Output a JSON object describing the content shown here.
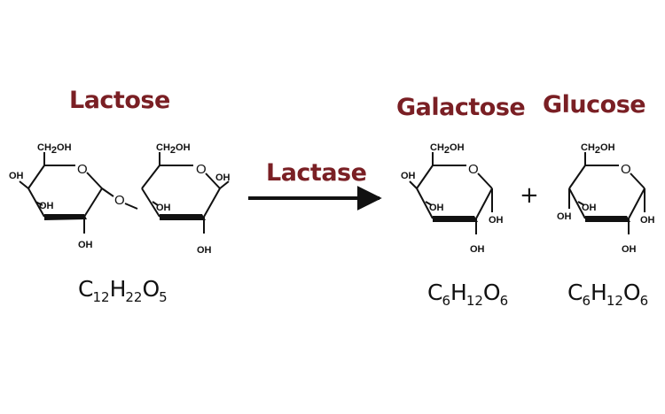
{
  "labels": {
    "lactose_title": "Lactose",
    "galactose_title": "Galactose",
    "glucose_title": "Glucose",
    "enzyme": "Lactase",
    "plus": "+"
  },
  "formulas": {
    "lactose": {
      "c": "C",
      "c_n": "12",
      "h": "H",
      "h_n": "22",
      "o": "O",
      "o_n": "5"
    },
    "galactose": {
      "c": "C",
      "c_n": "6",
      "h": "H",
      "h_n": "12",
      "o": "O",
      "o_n": "6"
    },
    "glucose": {
      "c": "C",
      "c_n": "6",
      "h": "H",
      "h_n": "12",
      "o": "O",
      "o_n": "6"
    }
  },
  "atoms": {
    "ch2oh_ch": "CH",
    "ch2oh_2": "2",
    "ch2oh_oh": "OH",
    "oh": "OH",
    "ring_o": "O",
    "bridge_o": "O"
  },
  "colors": {
    "title": "#7a1f24",
    "line": "#111111"
  }
}
